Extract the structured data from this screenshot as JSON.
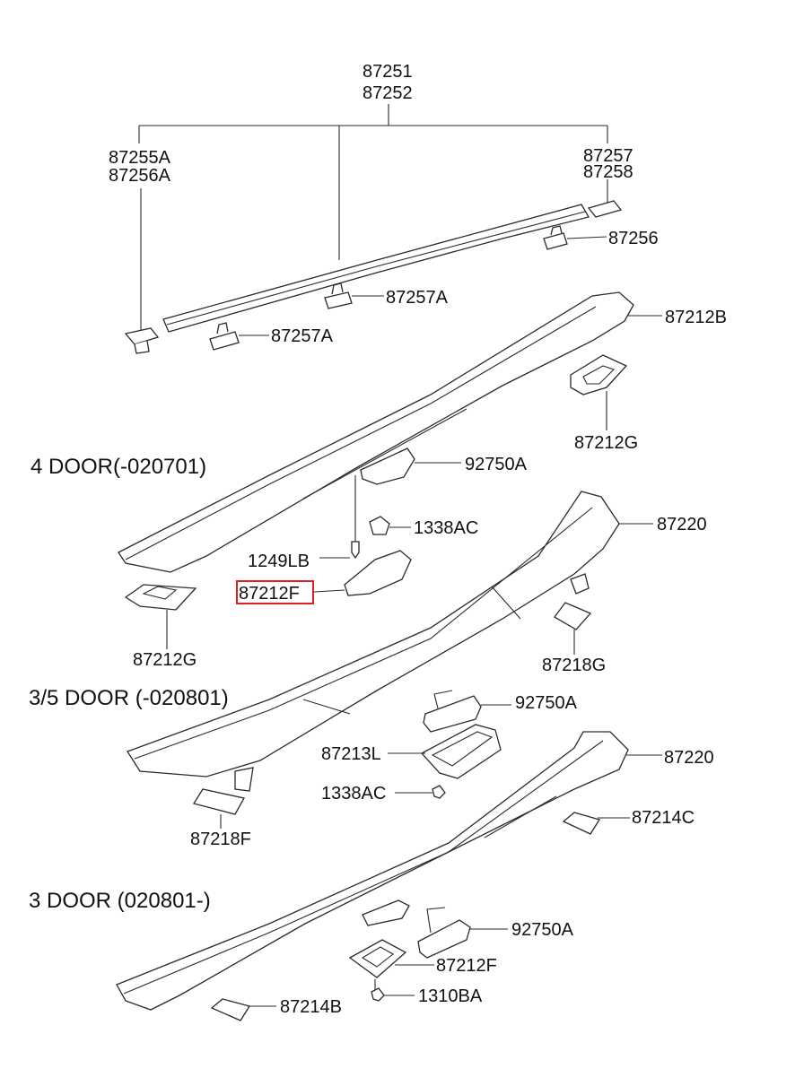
{
  "labels": {
    "l87251": "87251",
    "l87252": "87252",
    "l87255a": "87255A",
    "l87256a": "87256A",
    "l87257": "87257",
    "l87258": "87258",
    "l87256": "87256",
    "l87257a_1": "87257A",
    "l87257a_2": "87257A",
    "l87212b": "87212B",
    "l87212g_1": "87212G",
    "l92750a_1": "92750A",
    "l1338ac_1": "1338AC",
    "l87220_1": "87220",
    "l1249lb": "1249LB",
    "l87212f_1": "87212F",
    "l87212g_2": "87212G",
    "l87218g": "87218G",
    "l92750a_2": "92750A",
    "l87213l": "87213L",
    "l87220_2": "87220",
    "l1338ac_2": "1338AC",
    "l87218f": "87218F",
    "l87214c": "87214C",
    "l92750a_3": "92750A",
    "l87212f_2": "87212F",
    "l1310ba": "1310BA",
    "l87214b": "87214B"
  },
  "sections": {
    "door4": "4 DOOR(-020701)",
    "door35": "3/5 DOOR (-020801)",
    "door3": "3 DOOR (020801-)"
  },
  "highlight": {
    "part": "87212F",
    "color": "#e02020"
  }
}
